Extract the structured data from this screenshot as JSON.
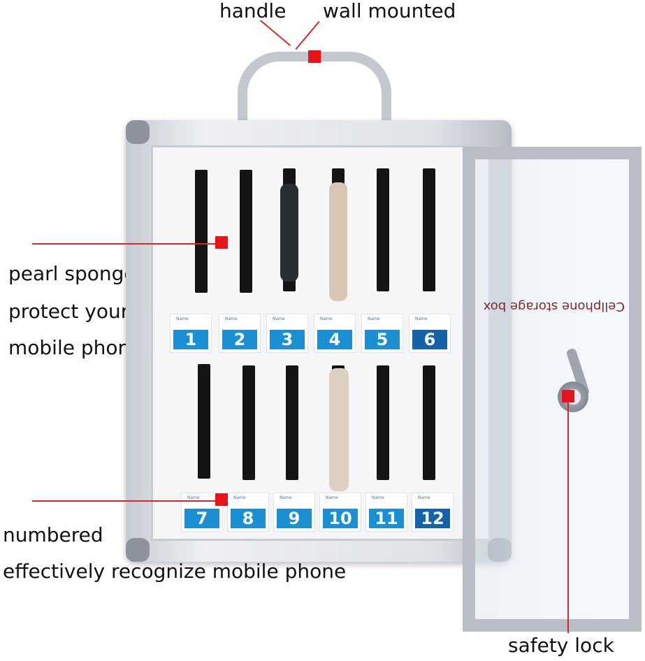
{
  "callouts": {
    "handle": "handle",
    "wall_mounted": "wall mounted",
    "pearl_sponge": "pearl sponge",
    "protect": "protect your",
    "mobile_phone": "mobile phone",
    "numbered": "numbered",
    "recognize": "effectively recognize mobile phone",
    "safety_lock": "safety lock"
  },
  "door_text": "Cellphone storage box",
  "label_name": "Name",
  "labels_top": [
    "1",
    "2",
    "3",
    "4",
    "5",
    "6"
  ],
  "labels_bottom": [
    "7",
    "8",
    "9",
    "10",
    "11",
    "12"
  ],
  "colors": {
    "accent_red": "#e8131b",
    "label_blue": "#1b8fd1"
  }
}
